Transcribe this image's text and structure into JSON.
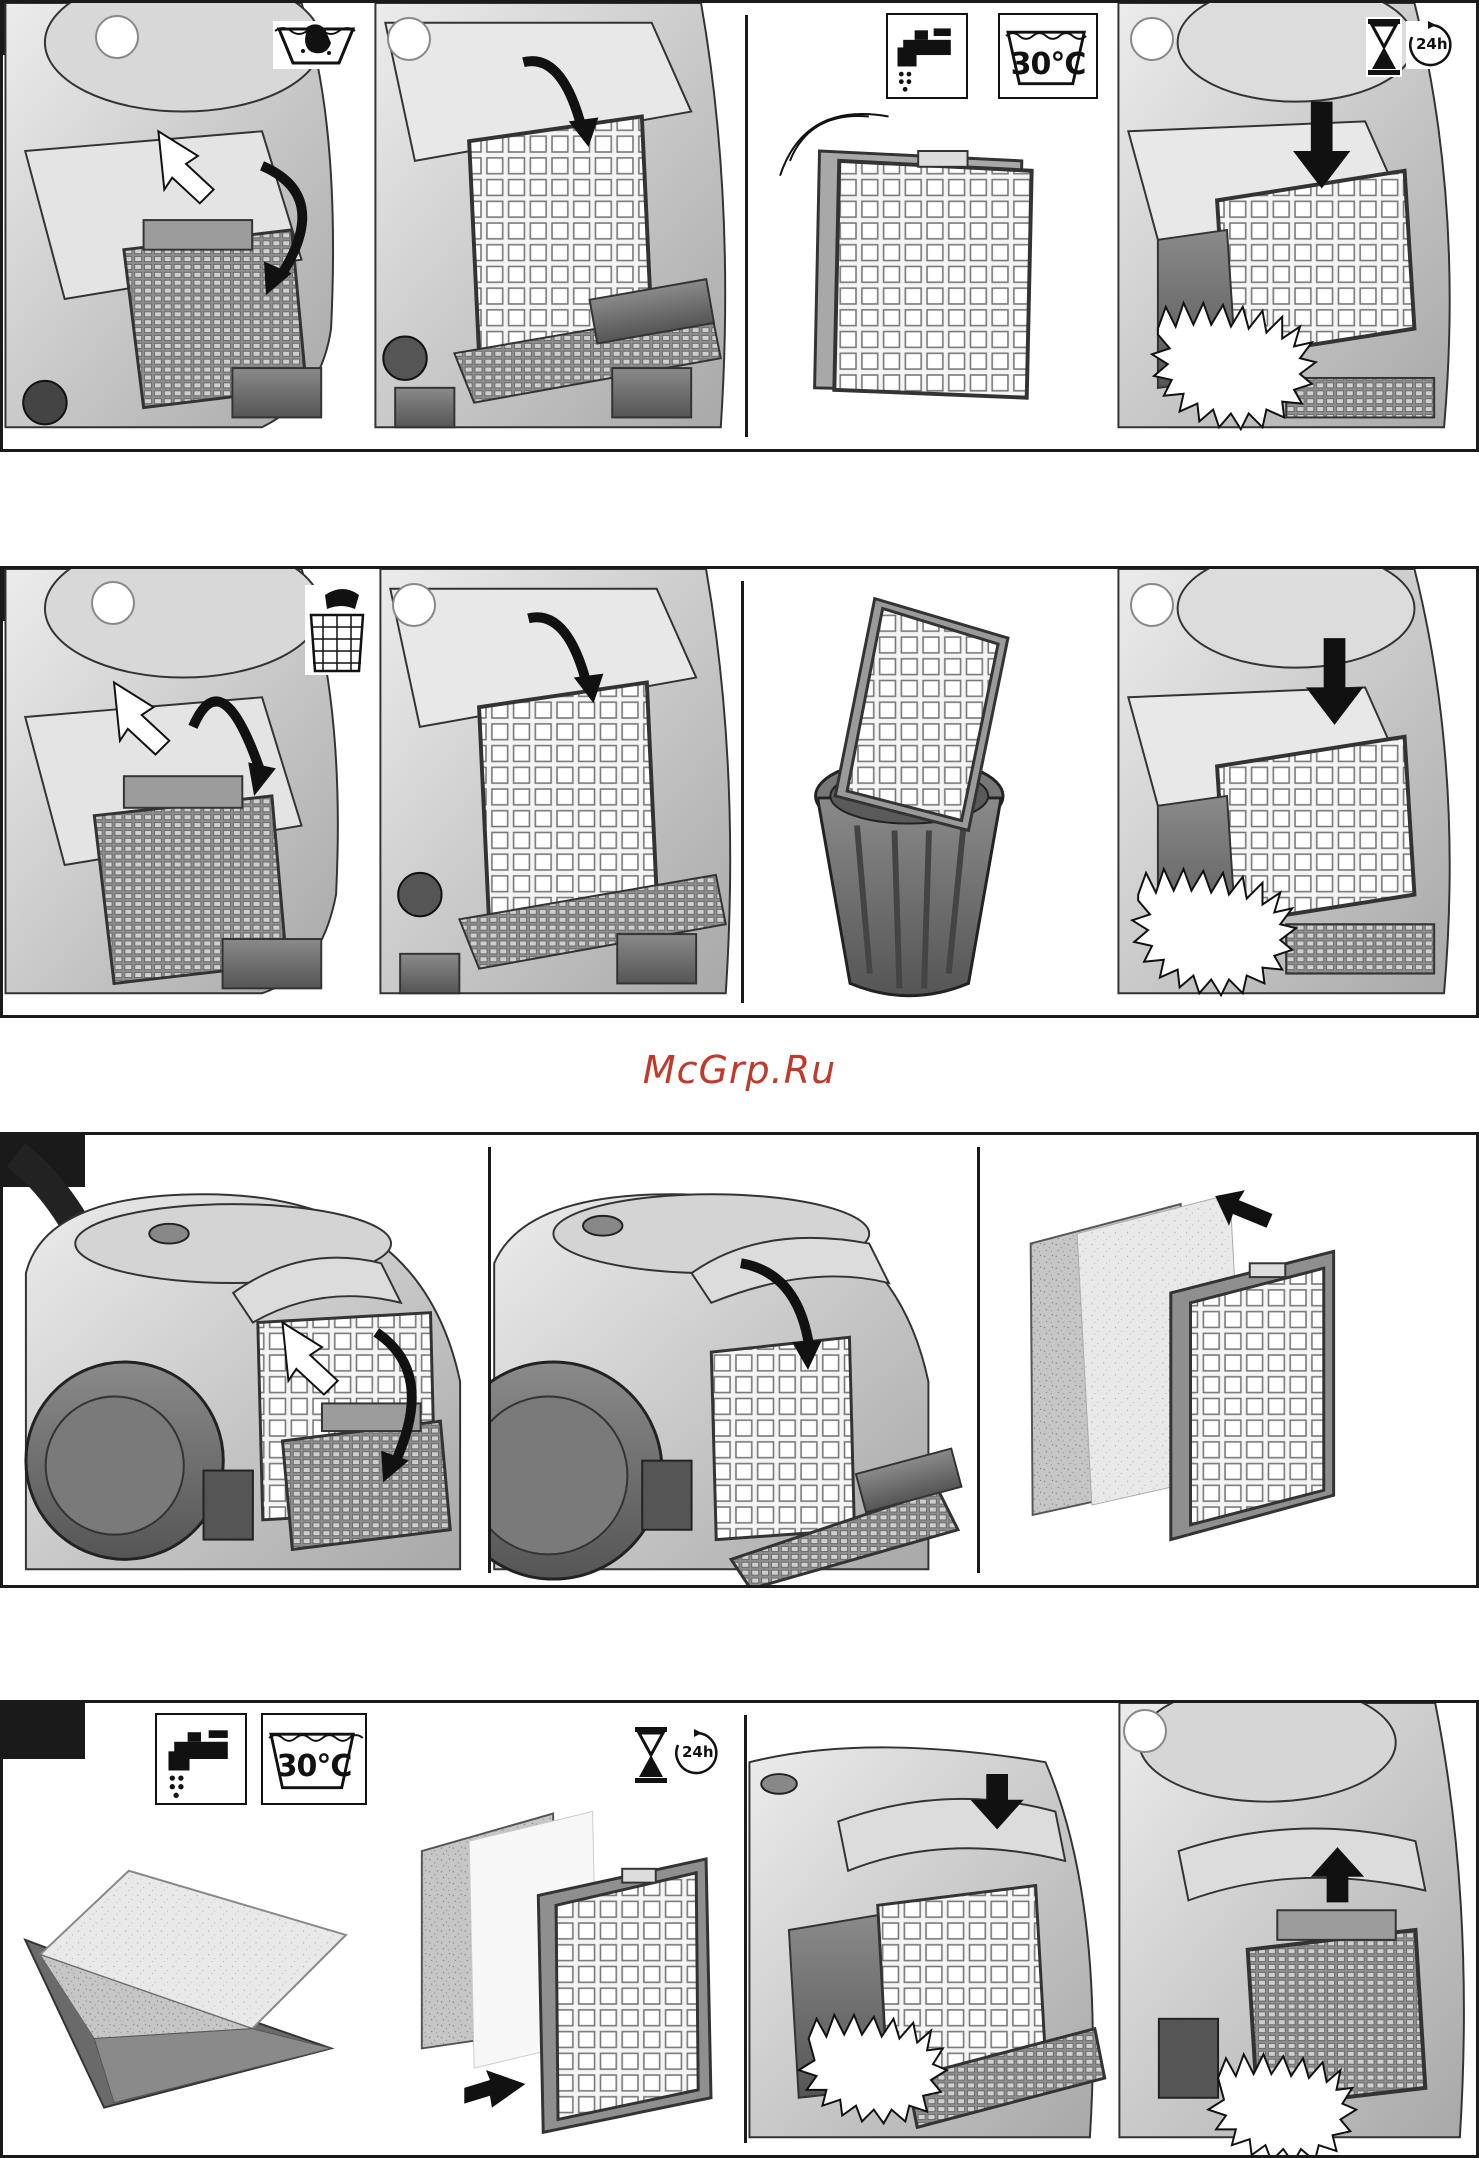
{
  "watermark": {
    "text": "McGrp.Ru"
  },
  "icons": {
    "wash_temperature": "30°C",
    "dry_time": "24h",
    "icon_names": [
      "hand-wash-icon",
      "tap-water-icon",
      "wash-30c-icon",
      "hourglass-icon",
      "timer-24h-icon",
      "trash-bin-icon"
    ]
  },
  "colors": {
    "frame": "#1a1a1a",
    "watermark": "#c0392b",
    "machine": "#cfcfcf",
    "machine_dark": "#6e6e6e"
  }
}
